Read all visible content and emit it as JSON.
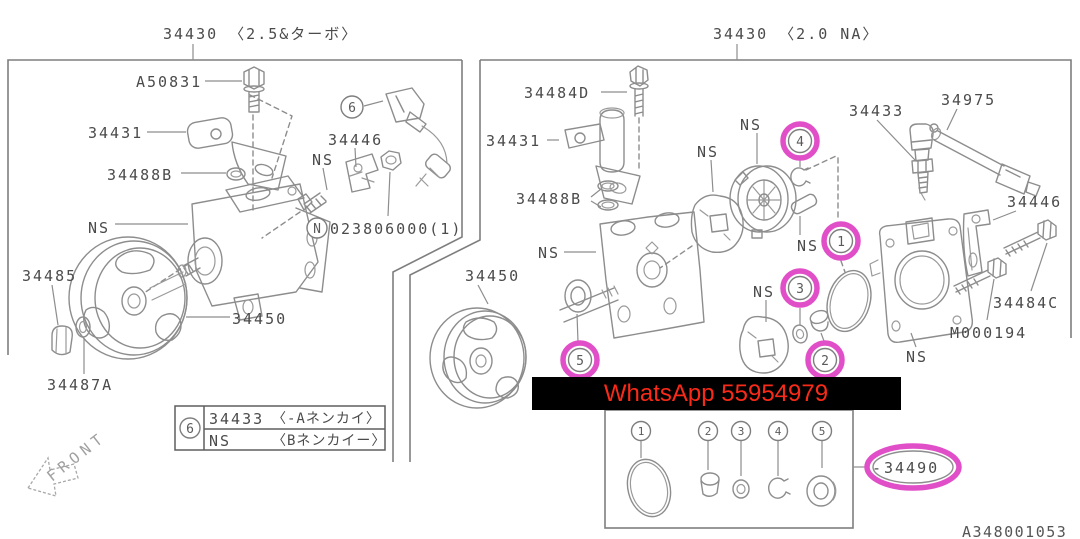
{
  "left_panel": {
    "title": "34430 〈2.5&ターボ〉",
    "labels": {
      "bolt": "A50831",
      "bracket": "34431",
      "o_ring": "34488B",
      "clamp": "34446",
      "ns_clamp": "NS",
      "ns_pump": "NS",
      "nut_prefix": "N",
      "nut_number": "023806000(1)",
      "cap_nut": "34485",
      "pulley": "34450",
      "washer": "34487A",
      "callout_6": "6"
    },
    "front_label": "FRONT",
    "legend": {
      "callout": "6",
      "rows": [
        {
          "part": "34433",
          "note": "〈-Aネンカイ〉"
        },
        {
          "part": "NS",
          "note": "〈Bネンカイー〉"
        }
      ]
    }
  },
  "right_panel": {
    "title": "34430 〈2.0 NA〉",
    "labels": {
      "bolt_long": "34484D",
      "bracket": "34431",
      "o_rings": "34488B",
      "ns_cam_plate": "NS",
      "ns_rotor": "NS",
      "sensor": "34433",
      "cable": "34975",
      "clamp": "34446",
      "ns_pin": "NS",
      "pulley": "34450",
      "ns_pump": "NS",
      "ns_front_plate": "NS",
      "bolt_c": "34484C",
      "bolt_m": "M000194",
      "ns_rear_housing": "NS"
    },
    "callouts": [
      "1",
      "2",
      "3",
      "4",
      "5"
    ],
    "kit": {
      "callouts": [
        "1",
        "2",
        "3",
        "4",
        "5"
      ],
      "part_number": "34490",
      "leader_dash": "-"
    }
  },
  "overlay": {
    "banner_text": "WhatsApp 55954979",
    "banner_bg": "#000000",
    "banner_color": "#fa2a18",
    "highlight_color": "#e14fc8"
  },
  "doc_number": "A348001053"
}
